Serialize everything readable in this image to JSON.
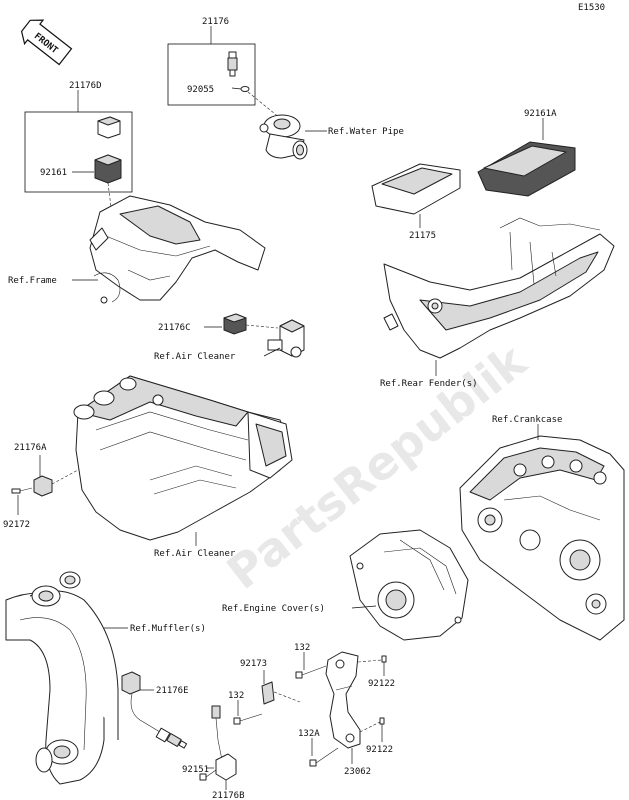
{
  "page_code": "E1530",
  "watermark": "PartsRepublik",
  "front_badge": "FRONT",
  "callouts": {
    "p21176": "21176",
    "p92055": "92055",
    "ref_water_pipe": "Ref.Water Pipe",
    "p21176D": "21176D",
    "p92161": "92161",
    "p92161A": "92161A",
    "p21175": "21175",
    "ref_frame": "Ref.Frame",
    "p21176C": "21176C",
    "ref_air_cleaner_top": "Ref.Air Cleaner",
    "ref_rear_fender": "Ref.Rear Fender(s)",
    "ref_crankcase": "Ref.Crankcase",
    "p21176A": "21176A",
    "p92172": "92172",
    "ref_air_cleaner_bottom": "Ref.Air Cleaner",
    "ref_engine_cover": "Ref.Engine Cover(s)",
    "ref_muffler": "Ref.Muffler(s)",
    "p132_top": "132",
    "p92173": "92173",
    "p92122_top": "92122",
    "p132_mid": "132",
    "p21176E": "21176E",
    "p132A": "132A",
    "p92122_bottom": "92122",
    "p92151": "92151",
    "p23062": "23062",
    "p21176B": "21176B"
  }
}
